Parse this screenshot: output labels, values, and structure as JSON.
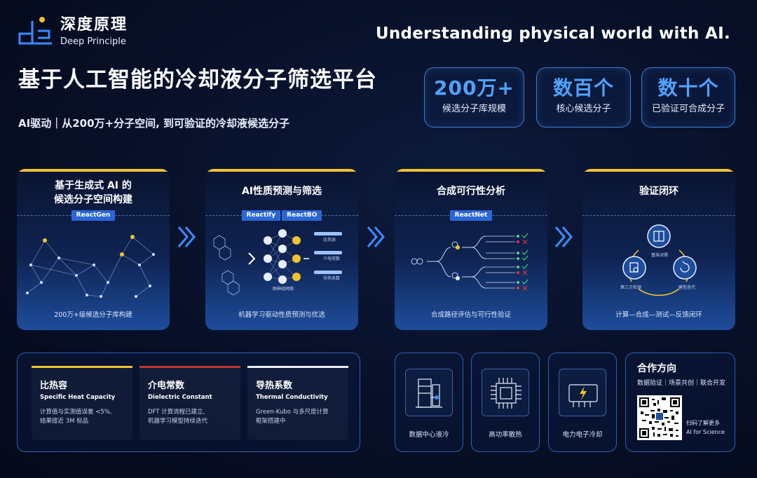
{
  "brand": {
    "name_cn": "深度原理",
    "name_en": "Deep Principle"
  },
  "tagline": "Understanding physical world with AI.",
  "title": "基于人工智能的冷却液分子筛选平台",
  "subtitle": "AI驱动｜从200万+分子空间, 到可验证的冷却液候选分子",
  "stats": [
    {
      "value": "200万+",
      "label": "候选分子库规模"
    },
    {
      "value": "数百个",
      "label": "核心候选分子"
    },
    {
      "value": "数十个",
      "label": "已验证可合成分子"
    }
  ],
  "pipeline": [
    {
      "title_line1": "基于生成式 AI 的",
      "title_line2": "候选分子空间构建",
      "tags": [
        "ReactGen"
      ],
      "caption": "200万+级候选分子库构建"
    },
    {
      "title_line1": "AI性质预测与筛选",
      "tags": [
        "Reactify",
        "ReactBO"
      ],
      "caption": "机器学习驱动性质预测与优选",
      "labels": {
        "gnn": "图神经网络",
        "out1": "比热容",
        "out2": "介电常数",
        "out3": "导热系数"
      }
    },
    {
      "title_line1": "合成可行性分析",
      "tags": [
        "ReactNet"
      ],
      "caption": "合成路径评估与可行性验证"
    },
    {
      "title_line1": "验证闭环",
      "tags": [],
      "caption": "计算—合成—测试—反馈闭环",
      "labels": {
        "top": "基准对照",
        "left": "第三方检测",
        "right": "模型迭代"
      }
    }
  ],
  "properties": [
    {
      "cn": "比热容",
      "en": "Specific Heat Capacity",
      "desc1": "计算值与实测值误差 <5%,",
      "desc2": "结果接近 3M 标品",
      "color": "#f1c232"
    },
    {
      "cn": "介电常数",
      "en": "Dielectric Constant",
      "desc1": "DFT 计算流程已建立,",
      "desc2": "机器学习模型持续迭代",
      "color": "#c0392b"
    },
    {
      "cn": "导热系数",
      "en": "Thermal Conductivity",
      "desc1": "Green-Kubo 与多尺度计算",
      "desc2": "框架搭建中",
      "color": "#e8eefc"
    }
  ],
  "applications": [
    {
      "label": "数据中心液冷",
      "icon": "server-cooling-icon"
    },
    {
      "label": "高功率散热",
      "icon": "chip-icon"
    },
    {
      "label": "电力电子冷却",
      "icon": "power-module-icon"
    }
  ],
  "cooperation": {
    "title": "合作方向",
    "line": "数据验证｜场景共创｜联合开发",
    "scan1": "扫码了解更多",
    "scan2": "AI for Science"
  },
  "colors": {
    "accent_yellow": "#f1c232",
    "accent_blue": "#4fa3ff",
    "border_blue": "#2f5fb0"
  }
}
